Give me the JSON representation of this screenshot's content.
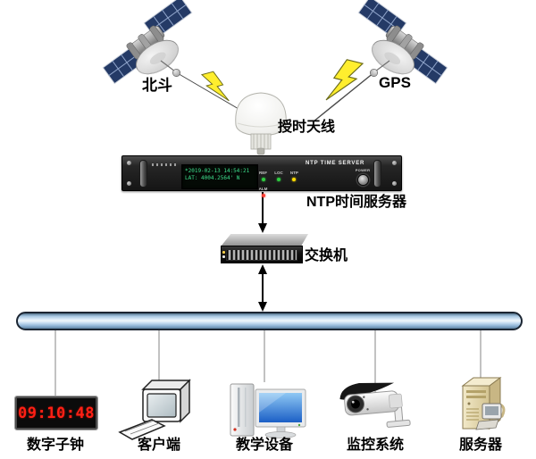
{
  "labels": {
    "beidou": "北斗",
    "gps": "GPS",
    "antenna": "授时天线",
    "switch": "交换机"
  },
  "ntp_server": {
    "caption": "NTP时间服务器",
    "faceplate_title": "NTP TIME SERVER",
    "display_line1": "*2019-02-13 14:54:21",
    "display_line2": "LAT: 4004.2564' N",
    "power_label": "POWER",
    "leds": [
      {
        "label": "REF",
        "color": "#2ecc40"
      },
      {
        "label": "LOC",
        "color": "#2ecc40"
      },
      {
        "label": "NTP",
        "color": "#ffdc00"
      },
      {
        "label": "ALM",
        "color": "#ff4136"
      }
    ]
  },
  "clock": {
    "time": "09:10:48",
    "digit_color": "#ff2015"
  },
  "devices": [
    {
      "label": "数字子钟"
    },
    {
      "label": "客户端"
    },
    {
      "label": "教学设备"
    },
    {
      "label": "监控系统"
    },
    {
      "label": "服务器"
    }
  ],
  "colors": {
    "bus_border": "#1b2532",
    "bus_fill_light": "#dcebf8",
    "bolt_fill": "#ffee2e",
    "led_green": "#2ecc40",
    "led_yellow": "#ffdc00",
    "led_red": "#ff4136",
    "lcd_text": "#3ee08e"
  }
}
